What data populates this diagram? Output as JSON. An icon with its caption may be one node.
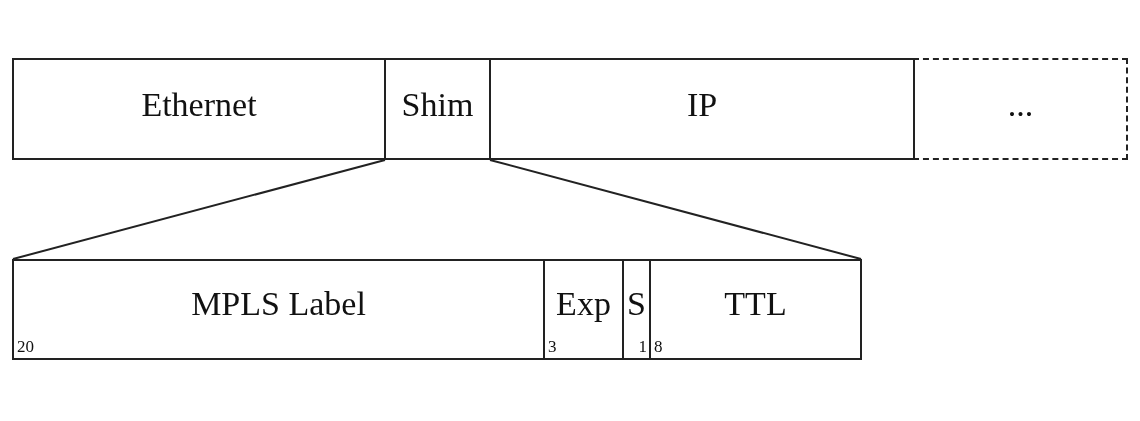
{
  "diagram": {
    "nodes": [
      {
        "text": [
          "Ethernet"
        ]
      },
      {
        "text": [
          "Shim"
        ]
      },
      {
        "text": [
          "IP"
        ]
      },
      {
        "text": [
          "..."
        ]
      },
      {
        "text": [
          "MPLS Label",
          "20"
        ]
      },
      {
        "text": [
          "Exp",
          "3"
        ]
      },
      {
        "text": [
          "S",
          "1"
        ]
      },
      {
        "text": [
          "TTL",
          "8"
        ]
      }
    ],
    "edges": [
      {
        "from": 1,
        "to": 4,
        "arrow": "none"
      },
      {
        "from": 1,
        "to": 7,
        "arrow": "none"
      }
    ]
  }
}
